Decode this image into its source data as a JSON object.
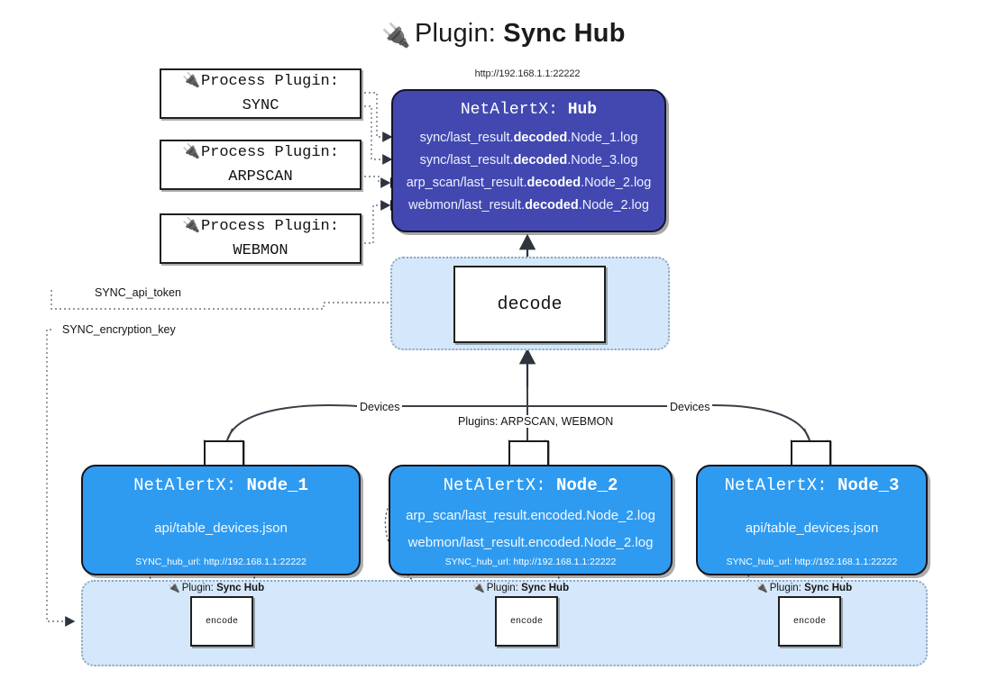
{
  "title": {
    "icon": "plug-icon",
    "icon_glyph": "🔌",
    "lead": "Plugin: ",
    "strong": "Sync Hub"
  },
  "hub": {
    "url": "http://192.168.1.1:22222",
    "title_prefix": "NetAlertX: ",
    "title_name": "Hub",
    "logs": [
      {
        "prefix": "sync/last_result.",
        "bold": "decoded",
        "suffix": ".Node_1.log"
      },
      {
        "prefix": "sync/last_result.",
        "bold": "decoded",
        "suffix": ".Node_3.log"
      },
      {
        "prefix": "arp_scan/last_result.",
        "bold": "decoded",
        "suffix": ".Node_2.log"
      },
      {
        "prefix": "webmon/last_result.",
        "bold": "decoded",
        "suffix": ".Node_2.log"
      }
    ]
  },
  "process_plugins": [
    {
      "line1": "Process Plugin:",
      "line2": "SYNC",
      "icon": "plug-icon"
    },
    {
      "line1": "Process Plugin:",
      "line2": "ARPSCAN",
      "icon": "plug-icon"
    },
    {
      "line1": "Process Plugin:",
      "line2": "WEBMON",
      "icon": "plug-icon"
    }
  ],
  "decode": {
    "label": "decode"
  },
  "settings_edges": {
    "api_token": "SYNC_api_token",
    "encryption_key": "SYNC_encryption_key"
  },
  "edge_labels": {
    "devices_left": "Devices",
    "devices_right": "Devices",
    "plugins_mid": "Plugins: ARPSCAN, WEBMON"
  },
  "nodes": [
    {
      "title_prefix": "NetAlertX: ",
      "title_name": "Node_1",
      "lines": [
        "api/table_devices.json"
      ],
      "footer": "SYNC_hub_url: http://192.168.1.1:22222",
      "envelope_icon": "envelope-icon"
    },
    {
      "title_prefix": "NetAlertX: ",
      "title_name": "Node_2",
      "lines": [
        "arp_scan/last_result.encoded.Node_2.log",
        "webmon/last_result.encoded.Node_2.log"
      ],
      "footer": "SYNC_hub_url: http://192.168.1.1:22222",
      "envelope_icon": "envelope-icon"
    },
    {
      "title_prefix": "NetAlertX: ",
      "title_name": "Node_3",
      "lines": [
        "api/table_devices.json"
      ],
      "footer": "SYNC_hub_url: http://192.168.1.1:22222",
      "envelope_icon": "envelope-icon"
    }
  ],
  "encode_sections": [
    {
      "plugin_lead": "Plugin: ",
      "plugin_name": "Sync Hub",
      "box_label": "encode",
      "icon": "plug-icon"
    },
    {
      "plugin_lead": "Plugin: ",
      "plugin_name": "Sync Hub",
      "box_label": "encode",
      "icon": "plug-icon"
    },
    {
      "plugin_lead": "Plugin: ",
      "plugin_name": "Sync Hub",
      "box_label": "encode",
      "icon": "plug-icon"
    }
  ],
  "colors": {
    "hub_fill": "#4248b0",
    "node_fill": "#2f9bf0",
    "zone_fill": "#d5e8fb",
    "stroke": "#1f1f1f",
    "background": "#ffffff"
  }
}
